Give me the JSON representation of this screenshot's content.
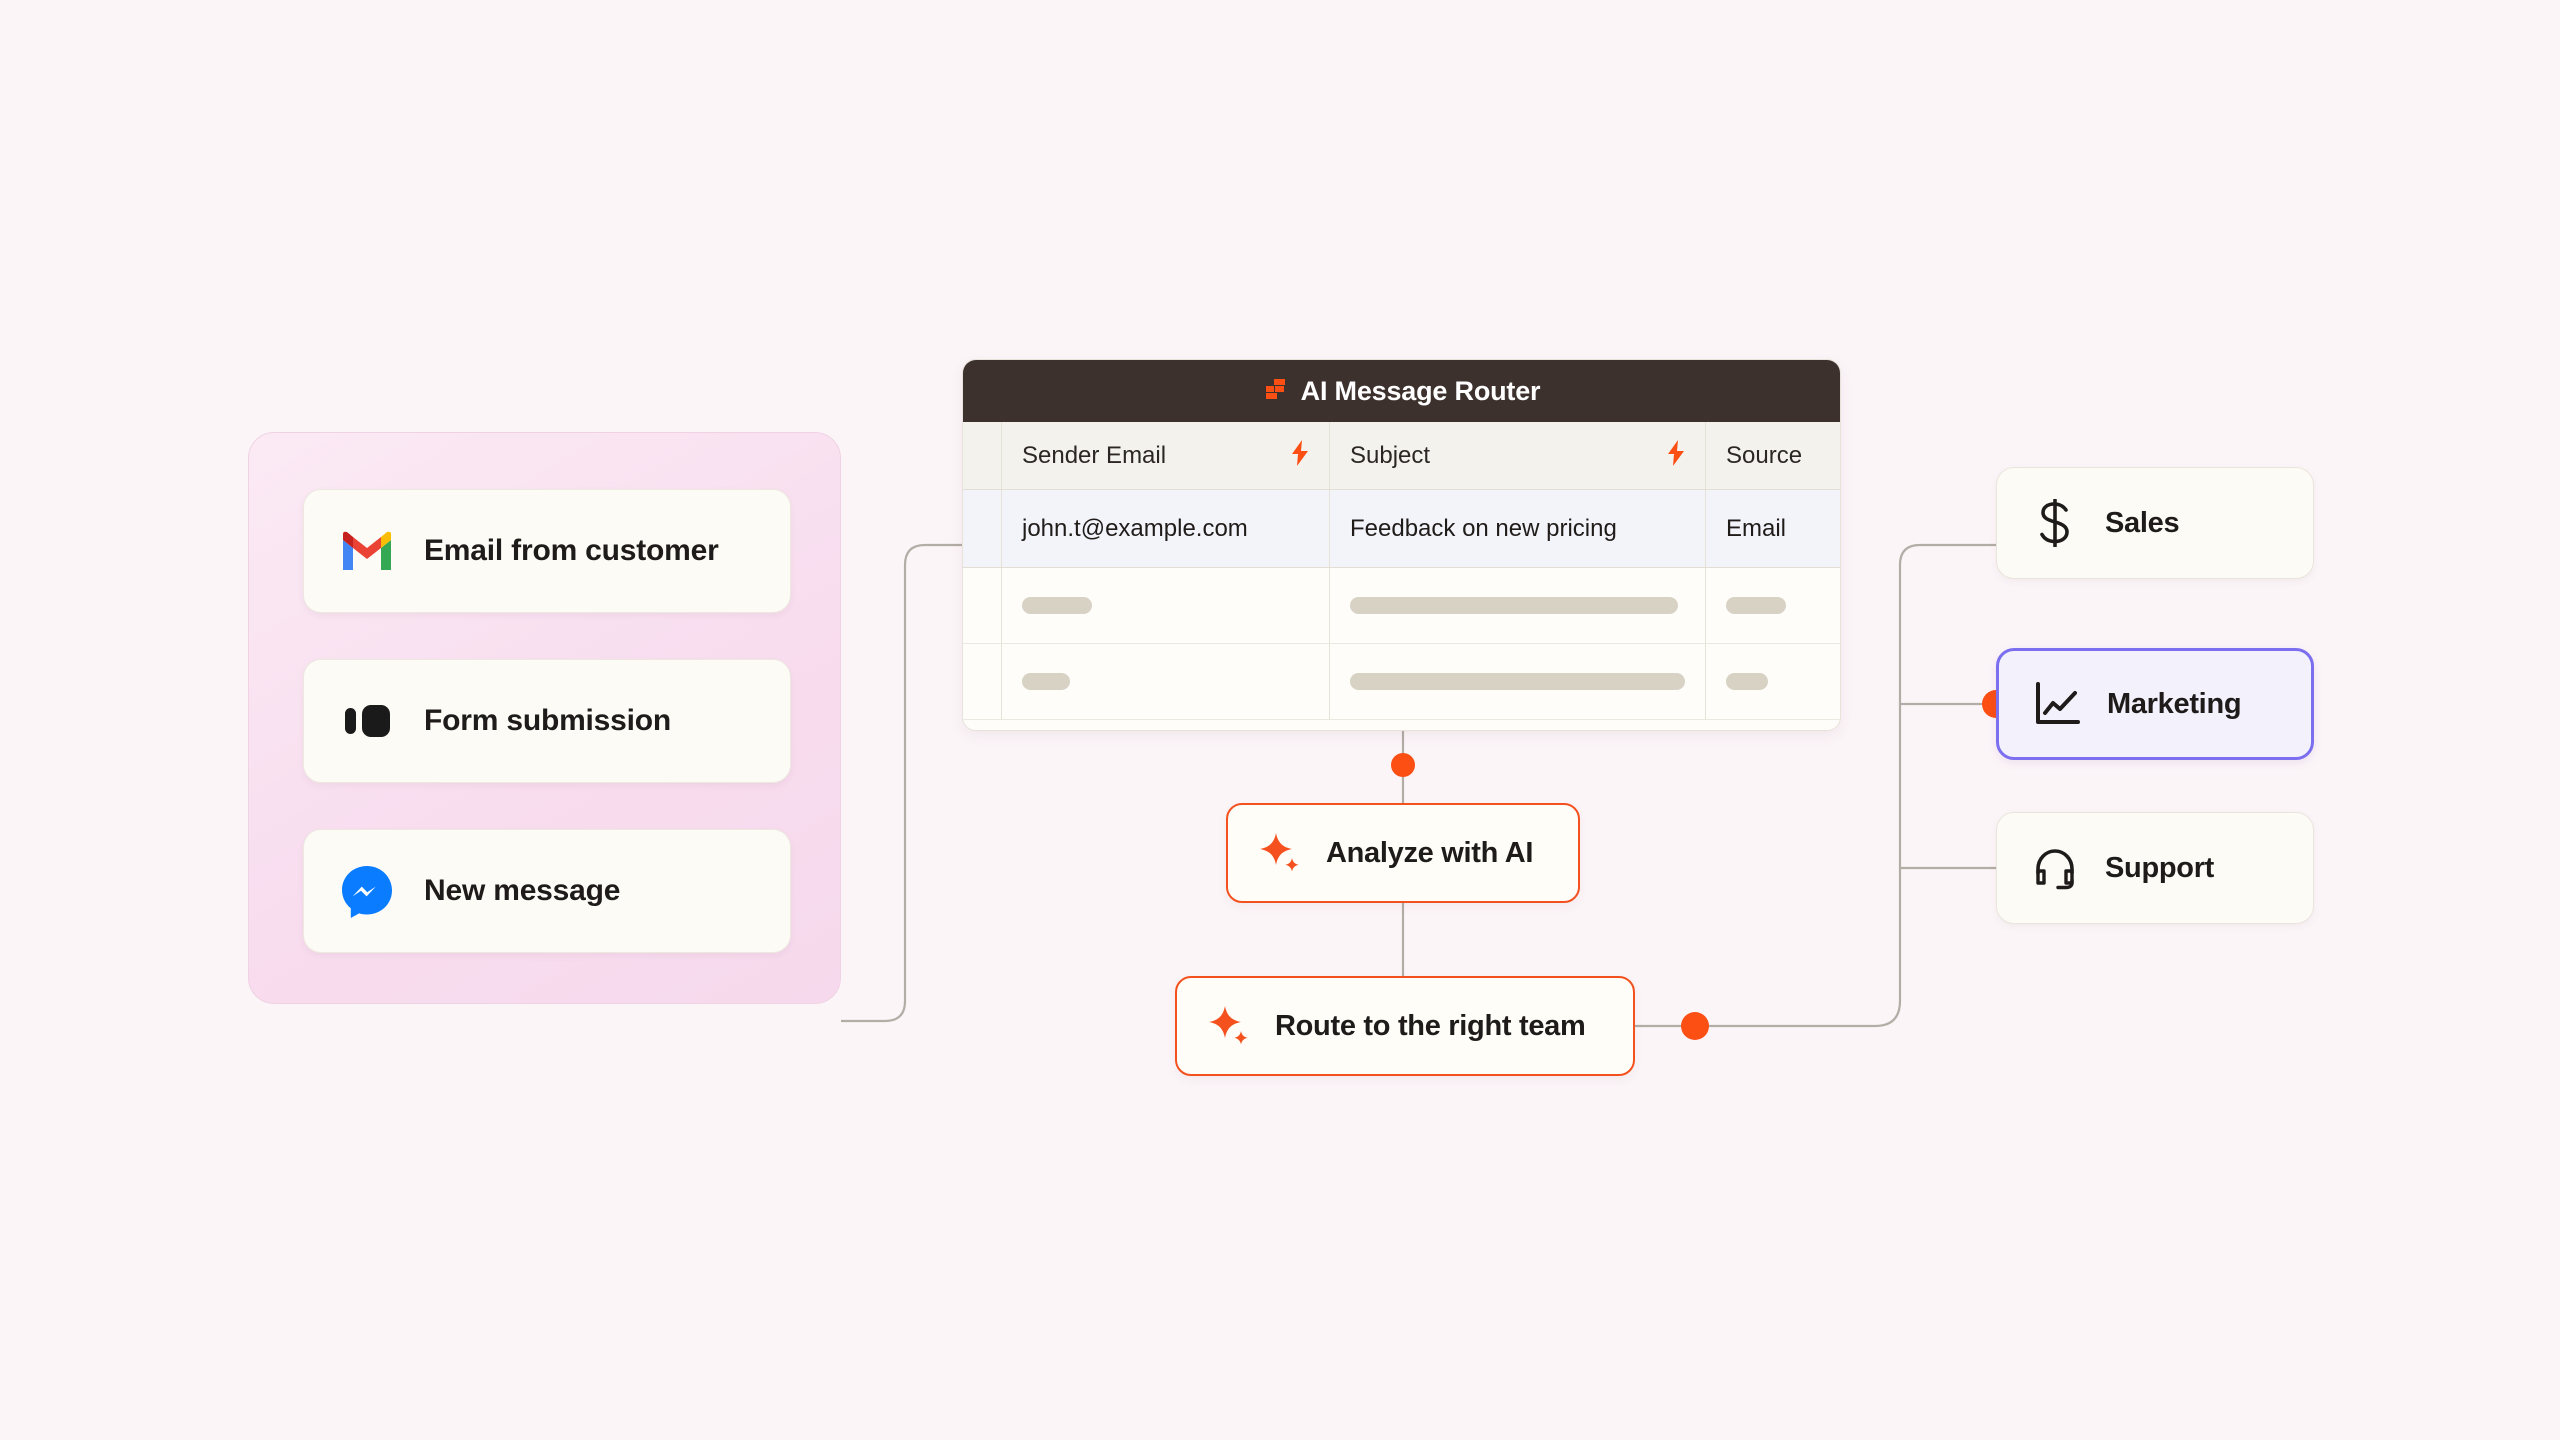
{
  "canvas": {
    "background_color": "#FCF5F8",
    "accent_color": "#FB4F14",
    "highlight_border_color": "#7B6FF0",
    "connector_color": "#B3ADA6"
  },
  "sources_panel": {
    "panel_color": "#F8DDEF",
    "items": [
      {
        "label": "Email from customer",
        "icon": "gmail-icon"
      },
      {
        "label": "Form submission",
        "icon": "typeform-icon"
      },
      {
        "label": "New message",
        "icon": "messenger-icon"
      }
    ]
  },
  "router_table": {
    "title": "AI Message Router",
    "title_icon": "zapier-logo-icon",
    "columns": [
      {
        "label": "Sender Email",
        "has_ai_bolt": true
      },
      {
        "label": "Subject",
        "has_ai_bolt": true
      },
      {
        "label": "Source",
        "has_ai_bolt": false
      }
    ],
    "rows": [
      {
        "state": "active",
        "sender_email": "john.t@example.com",
        "subject": "Feedback on new pricing",
        "source": "Email"
      },
      {
        "state": "skeleton"
      },
      {
        "state": "skeleton"
      }
    ]
  },
  "actions": [
    {
      "label": "Analyze with AI",
      "icon": "ai-sparkle-icon"
    },
    {
      "label": "Route to the right team",
      "icon": "ai-sparkle-icon"
    }
  ],
  "destinations": [
    {
      "label": "Sales",
      "icon": "dollar-sign-icon",
      "selected": false
    },
    {
      "label": "Marketing",
      "icon": "line-chart-icon",
      "selected": true
    },
    {
      "label": "Support",
      "icon": "headset-icon",
      "selected": false
    }
  ]
}
